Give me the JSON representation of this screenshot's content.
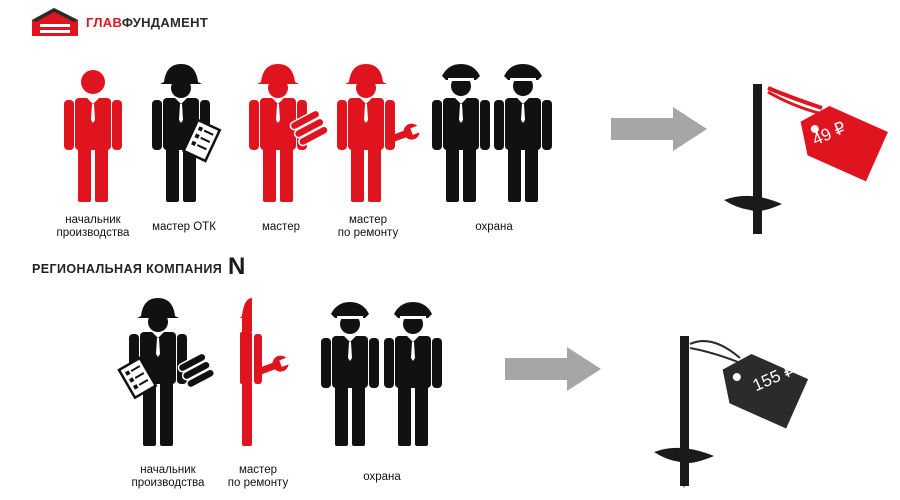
{
  "logo": {
    "part1": "ГЛАВ",
    "part2": "ФУНДАМЕНТ"
  },
  "top_row": {
    "figures": [
      {
        "label": "начальник\nпроизводства",
        "color": "#e0141e"
      },
      {
        "label": "мастер ОТК",
        "color": "#111111"
      },
      {
        "label": "мастер",
        "color": "#e0141e"
      },
      {
        "label": "мастер\nпо ремонту",
        "color": "#e0141e"
      },
      {
        "label": "охрана",
        "color": "#111111"
      }
    ],
    "price": "49 ₽",
    "tag_color": "#e0141e"
  },
  "region": {
    "title": "РЕГИОНАЛЬНАЯ КОМПАНИЯ",
    "letter": "N"
  },
  "bottom_row": {
    "figures": [
      {
        "label": "начальник\nпроизводства",
        "color": "#111111"
      },
      {
        "label": "мастер\nпо ремонту",
        "color": "#e0141e"
      },
      {
        "label": "охрана",
        "color": "#111111"
      }
    ],
    "price": "155 ₽",
    "tag_color": "#2b2b2b"
  },
  "colors": {
    "red": "#e0141e",
    "black": "#111111",
    "arrow": "#a6a6a6"
  }
}
